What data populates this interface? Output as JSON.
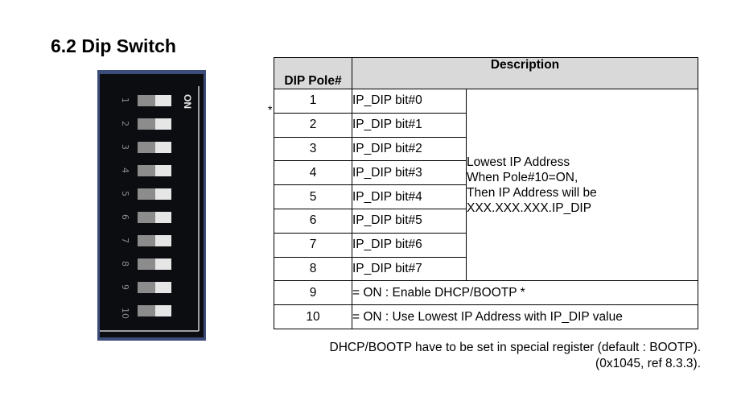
{
  "section": {
    "title": "6.2 Dip Switch"
  },
  "dip_switch": {
    "on_label": "ON",
    "poles": [
      "1",
      "2",
      "3",
      "4",
      "5",
      "6",
      "7",
      "8",
      "9",
      "10"
    ],
    "colors": {
      "body": "#0c0d11",
      "frame": "#3b4c78",
      "slider": "#e6e6e6"
    }
  },
  "asterisk": "*",
  "table": {
    "headers": {
      "pole": "DIP Pole#",
      "description": "Description"
    },
    "bit_rows": [
      {
        "pole": "1",
        "bit": "IP_DIP bit#0"
      },
      {
        "pole": "2",
        "bit": "IP_DIP bit#1"
      },
      {
        "pole": "3",
        "bit": "IP_DIP bit#2"
      },
      {
        "pole": "4",
        "bit": "IP_DIP bit#3"
      },
      {
        "pole": "5",
        "bit": "IP_DIP bit#4"
      },
      {
        "pole": "6",
        "bit": "IP_DIP bit#5"
      },
      {
        "pole": "7",
        "bit": "IP_DIP bit#6"
      },
      {
        "pole": "8",
        "bit": "IP_DIP bit#7"
      }
    ],
    "bit_note": [
      "Lowest IP Address",
      "When Pole#10=ON,",
      "Then IP Address will be",
      "XXX.XXX.XXX.IP_DIP"
    ],
    "extra_rows": [
      {
        "pole": "9",
        "description": "= ON : Enable DHCP/BOOTP *"
      },
      {
        "pole": "10",
        "description": "= ON : Use Lowest IP Address with IP_DIP value"
      }
    ]
  },
  "footnote": {
    "line1": "DHCP/BOOTP have to be set in special register (default : BOOTP).",
    "line2": "(0x1045, ref 8.3.3)."
  }
}
